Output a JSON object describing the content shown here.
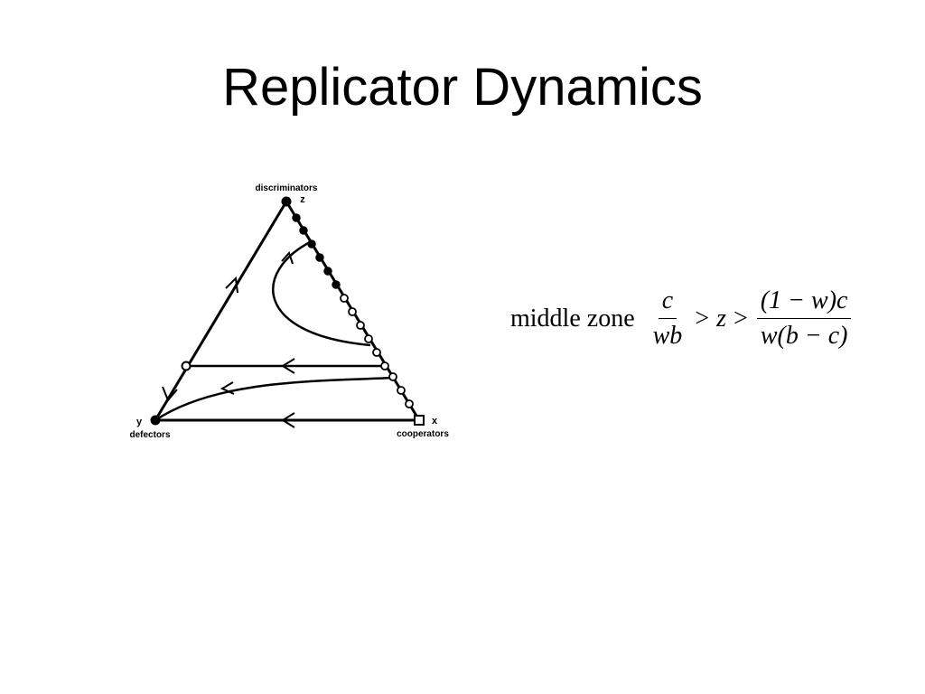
{
  "slide": {
    "title": "Replicator Dynamics"
  },
  "diagram": {
    "vertices": {
      "top": {
        "name": "discriminators",
        "symbol": "z"
      },
      "left": {
        "name": "defectors",
        "symbol": "y"
      },
      "right": {
        "name": "cooperators",
        "symbol": "x"
      }
    }
  },
  "formula": {
    "label": "middle zone",
    "frac1_num": "c",
    "frac1_den": "wb",
    "rel1": ">",
    "variable": "z",
    "rel2": ">",
    "frac2_num": "(1 − w)c",
    "frac2_den": "w(b − c)"
  }
}
